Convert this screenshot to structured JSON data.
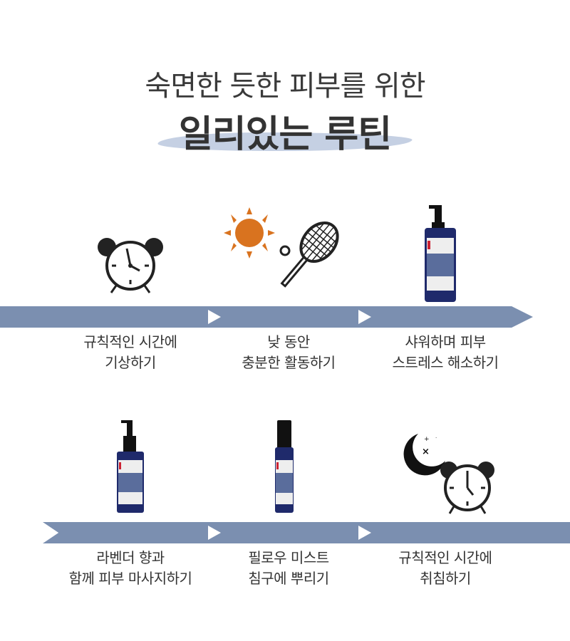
{
  "header": {
    "subtitle": "숙면한 듯한 피부를 위한",
    "title": "일리있는 루틴"
  },
  "steps": [
    {
      "line1": "규칙적인 시간에",
      "line2": "기상하기",
      "icon": "alarm-clock-icon"
    },
    {
      "line1": "낮 동안",
      "line2": "충분한 활동하기",
      "icon": "sun-tennis-icon"
    },
    {
      "line1": "샤워하며 피부",
      "line2": "스트레스 해소하기",
      "icon": "body-wash-bottle"
    },
    {
      "line1": "라벤더 향과",
      "line2": "함께 피부 마사지하기",
      "icon": "body-oil-bottle"
    },
    {
      "line1": "필로우 미스트",
      "line2": "침구에 뿌리기",
      "icon": "pillow-mist-bottle"
    },
    {
      "line1": "규칙적인 시간에",
      "line2": "취침하기",
      "icon": "moon-alarm-clock-icon"
    }
  ],
  "colors": {
    "bar": "#7b8fb0",
    "sun": "#d9731f",
    "bottle": "#1f2a6b",
    "brush": "#bfcbe0"
  }
}
